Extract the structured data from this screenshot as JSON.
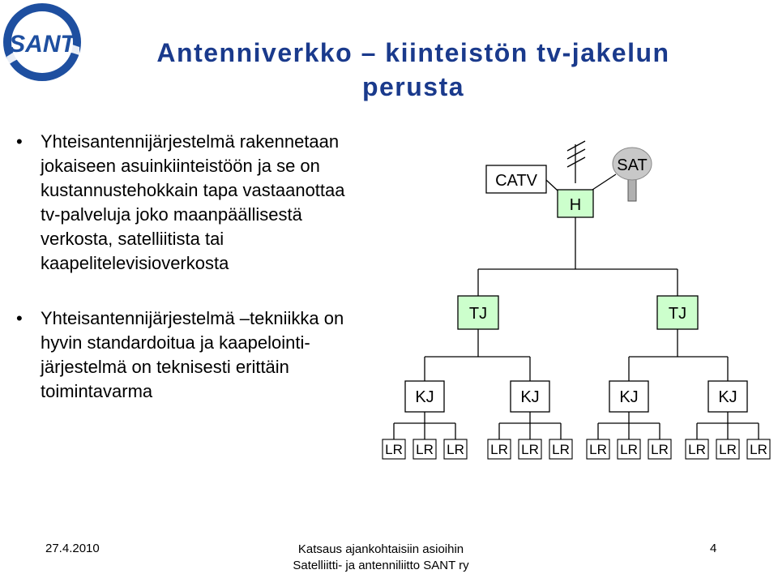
{
  "logo": {
    "text": "SANT"
  },
  "title": {
    "line1": "Antenniverkko – kiinteistön tv-jakelun",
    "line2": "perusta"
  },
  "bullets": [
    {
      "symbol": "•",
      "lines": [
        "Yhteisantennijärjestelmä rakennetaan",
        "jokaiseen asuinkiinteistöön ja se on",
        "kustannustehokkain tapa vastaanottaa",
        "tv-palveluja joko maanpäällisestä",
        "verkosta, satelliitista tai",
        "kaapelitelevisioverkosta"
      ]
    },
    {
      "symbol": "•",
      "lines": [
        "Yhteisantennijärjestelmä –tekniikka on",
        "hyvin standardoitua ja kaapelointi-",
        "järjestelmä on teknisesti erittäin",
        "toimintavarma"
      ]
    }
  ],
  "diagram": {
    "catv": "CATV",
    "head": "H",
    "sat": "SAT",
    "tj": [
      "TJ",
      "TJ"
    ],
    "kj": [
      "KJ",
      "KJ",
      "KJ",
      "KJ"
    ],
    "lr": [
      "LR",
      "LR",
      "LR",
      "LR",
      "LR",
      "LR",
      "LR",
      "LR",
      "LR",
      "LR",
      "LR",
      "LR"
    ],
    "colors": {
      "box_green": "#ccffcc",
      "line": "#000000",
      "sat_orb": "#c8c8c8"
    }
  },
  "footer": {
    "date": "27.4.2010",
    "center_line1": "Katsaus ajankohtaisiin asioihin",
    "center_line2": "Satelliitti- ja antenniliitto SANT ry",
    "page": "4"
  }
}
